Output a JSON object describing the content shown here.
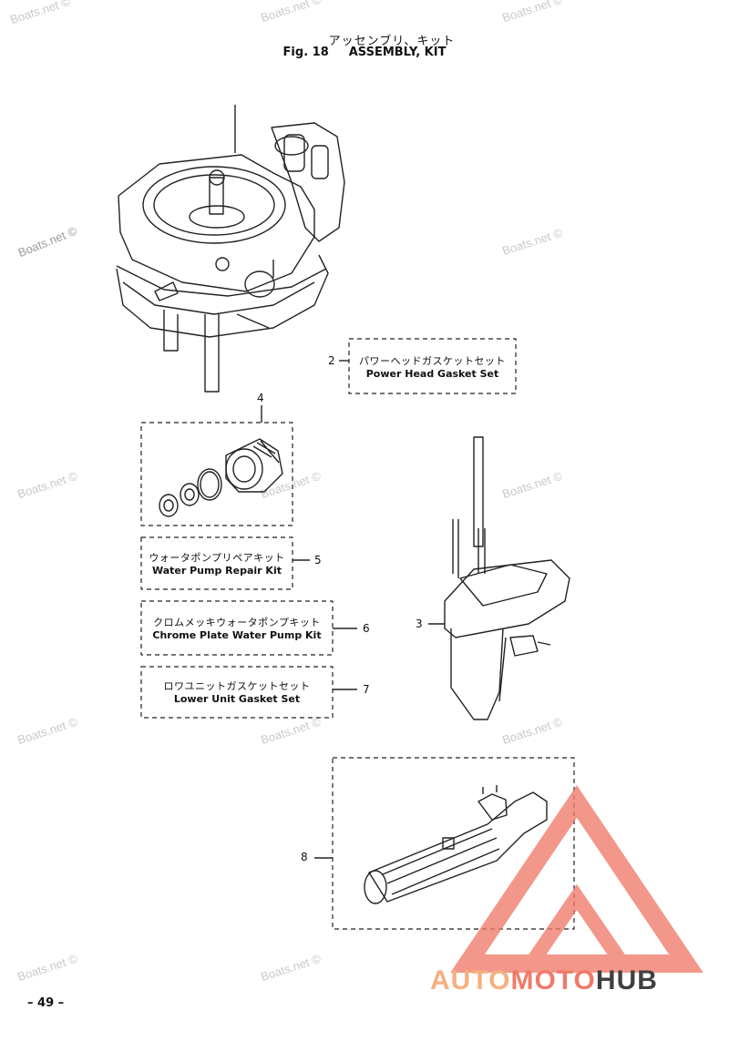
{
  "header": {
    "title_jp": "アッセンブリ、キット",
    "fig_label": "Fig. 18",
    "title_en": "ASSEMBLY, KIT"
  },
  "watermark": {
    "text": "Boats.net ©"
  },
  "callouts": [
    {
      "num": "2",
      "jp": "パワーヘッドガスケットセット",
      "en": "Power Head Gasket Set"
    },
    {
      "num": "4",
      "jp": "",
      "en": ""
    },
    {
      "num": "5",
      "jp": "ウォータポンプリペアキット",
      "en": "Water Pump Repair Kit"
    },
    {
      "num": "6",
      "jp": "クロムメッキウォータポンプキット",
      "en": "Chrome Plate Water Pump Kit"
    },
    {
      "num": "7",
      "jp": "ロワユニットガスケットセット",
      "en": "Lower Unit Gasket Set"
    },
    {
      "num": "3",
      "jp": "",
      "en": ""
    },
    {
      "num": "8",
      "jp": "",
      "en": ""
    }
  ],
  "footer": {
    "page": "– 49 –"
  },
  "logo": {
    "part1": "AUTO",
    "part2": "MOTO",
    "part3": "HUB",
    "color_primary": "#f07a6a",
    "color_secondary": "#f5b080",
    "color_dark": "#404040"
  }
}
